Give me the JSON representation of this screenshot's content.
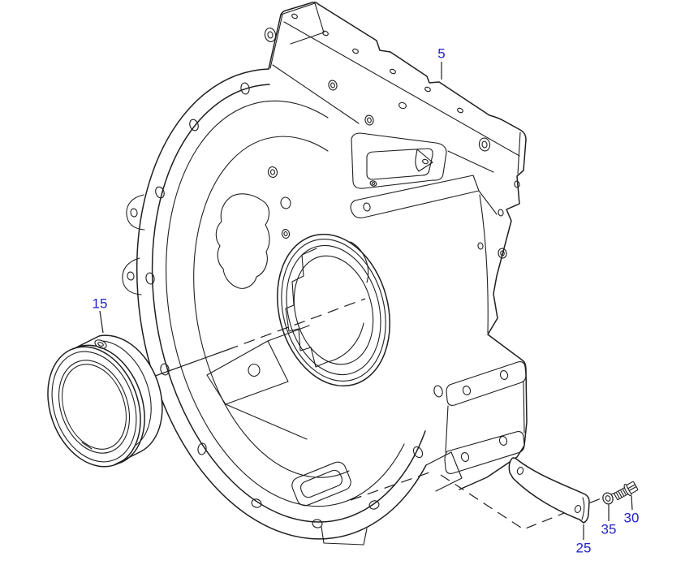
{
  "diagram": {
    "background": "#ffffff",
    "line_color": "#1f1f1f",
    "callout_color": "#2222cc",
    "callouts": [
      {
        "label": "5",
        "part": "flywheel-housing"
      },
      {
        "label": "15",
        "part": "sealing-ring"
      },
      {
        "label": "25",
        "part": "cover-plate"
      },
      {
        "label": "30",
        "part": "flange-bolt"
      },
      {
        "label": "35",
        "part": "washer"
      }
    ]
  }
}
